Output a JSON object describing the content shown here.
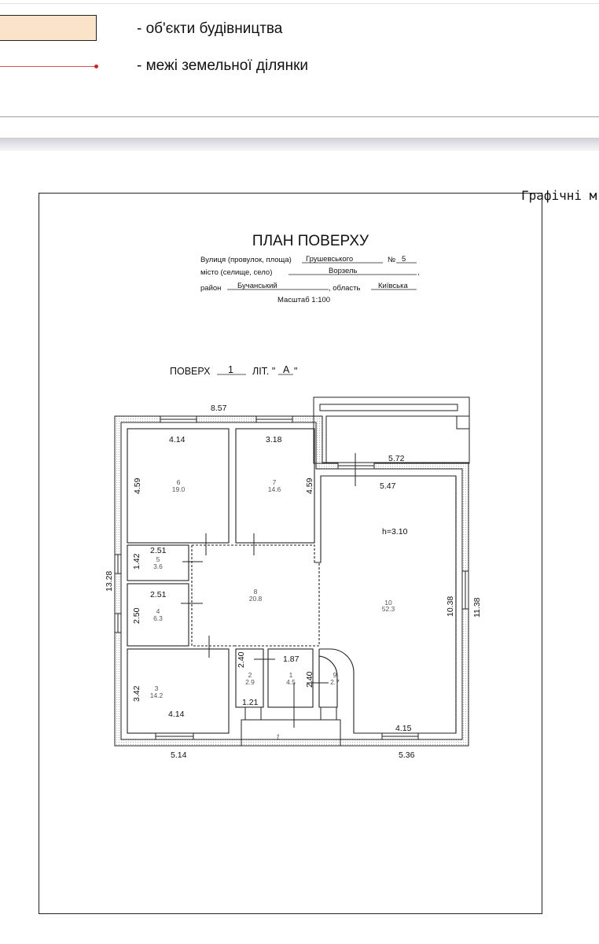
{
  "legend": {
    "items": [
      {
        "label": "- об'єкти будівництва",
        "kind": "swatch",
        "color": "#fbe3c9"
      },
      {
        "label": "- межі земельної ділянки",
        "kind": "line",
        "color": "#c62828"
      }
    ]
  },
  "side_label": "Графічні м",
  "plan": {
    "title": "ПЛАН ПОВЕРХУ",
    "street_label": "Вулиця (провулок, площа)",
    "street": "Грушевського",
    "number_label": "№",
    "number": "5",
    "city_label": "місто (селище, село)",
    "city": "Ворзель",
    "district_label": "район",
    "district": "Бучанський",
    "region_label": ", область",
    "region": "Київська",
    "scale": "Масштаб  1:100",
    "floor_label": "ПОВЕРХ",
    "floor": "1",
    "lit_label": "ЛІТ. \"",
    "lit": "А",
    "lit_close": "\"",
    "height": "h=3.10"
  },
  "dimensions": {
    "top_total": "8.57",
    "r6_w": "4.14",
    "r7_w": "3.18",
    "r6_h": "4.59",
    "r7_h": "4.59",
    "r5_w": "2.51",
    "r5_h": "1.42",
    "r4_w": "2.51",
    "r4_h": "2.50",
    "r3_h": "3.42",
    "r3_w": "4.14",
    "left_total": "13.28",
    "terrace_w": "5.72",
    "r10_w_top": "5.47",
    "r10_h": "10.38",
    "right_total": "11.38",
    "r10_w_bottom": "4.15",
    "r2_h": "2.40",
    "r2_w": "1.21",
    "r1_w": "1.87",
    "r1_h": "2.40",
    "bottom_left": "5.14",
    "bottom_right": "5.36"
  },
  "rooms": [
    {
      "id": "6",
      "area": "19.0"
    },
    {
      "id": "7",
      "area": "14.6"
    },
    {
      "id": "5",
      "area": "3.6"
    },
    {
      "id": "4",
      "area": "6.3"
    },
    {
      "id": "8",
      "area": "20.8"
    },
    {
      "id": "3",
      "area": "14.2"
    },
    {
      "id": "2",
      "area": "2.9"
    },
    {
      "id": "1",
      "area": "4.5"
    },
    {
      "id": "9",
      "area": "2.7"
    },
    {
      "id": "10",
      "area": "52.3"
    }
  ],
  "porch_label": "1"
}
